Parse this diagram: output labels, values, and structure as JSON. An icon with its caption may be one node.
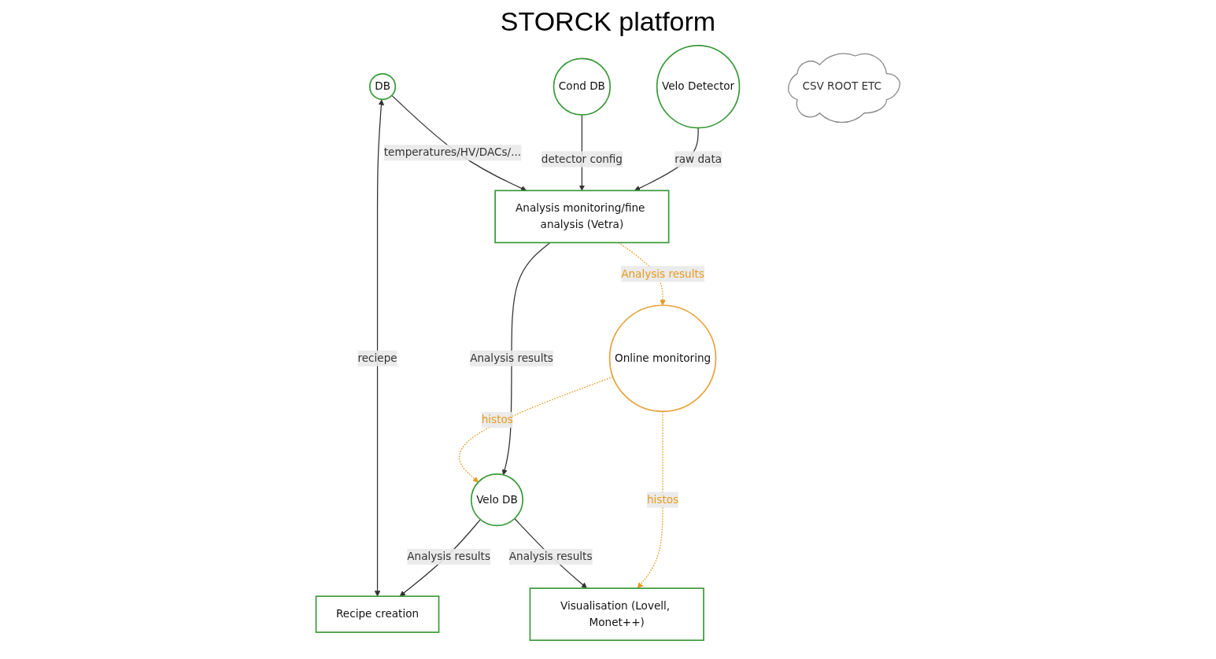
{
  "diagram": {
    "title": "STORCK platform",
    "nodes": [
      {
        "text": [
          "Velo Detector"
        ]
      },
      {
        "text": [
          "Cond DB"
        ]
      },
      {
        "text": [
          "Analysis monitoring/fine analysis (Vetra)"
        ]
      },
      {
        "text": [
          "Online monitoring"
        ]
      },
      {
        "text": [
          "CSV ROOT ETC"
        ]
      },
      {
        "text": [
          "DB"
        ]
      },
      {
        "text": [
          "Velo DB"
        ]
      },
      {
        "text": [
          "Visualisation (Lovell, Monet++)"
        ]
      },
      {
        "text": [
          "Recipe creation"
        ]
      }
    ],
    "edges": [
      {
        "from": 0,
        "to": 2,
        "arrow": "to",
        "label": "raw data"
      },
      {
        "from": 1,
        "to": 2,
        "arrow": "to",
        "label": "detector config"
      },
      {
        "from": 5,
        "to": 2,
        "arrow": "to",
        "label": "temperatures/HV/DACs/..."
      },
      {
        "from": 2,
        "to": 3,
        "arrow": "to",
        "label": "Analysis results",
        "style": "dashed",
        "color": "#e69a1e"
      },
      {
        "from": 2,
        "to": 6,
        "arrow": "to",
        "label": "Analysis results"
      },
      {
        "from": 3,
        "to": 6,
        "arrow": "to",
        "label": "histos",
        "style": "dashed",
        "color": "#e69a1e"
      },
      {
        "from": 3,
        "to": 7,
        "arrow": "to",
        "label": "histos",
        "style": "dashed",
        "color": "#e69a1e"
      },
      {
        "from": 6,
        "to": 8,
        "arrow": "to",
        "label": "Analysis results"
      },
      {
        "from": 6,
        "to": 7,
        "arrow": "to",
        "label": "Analysis results"
      },
      {
        "from": 5,
        "to": 8,
        "arrow": "both",
        "label": "reciepe"
      }
    ]
  }
}
